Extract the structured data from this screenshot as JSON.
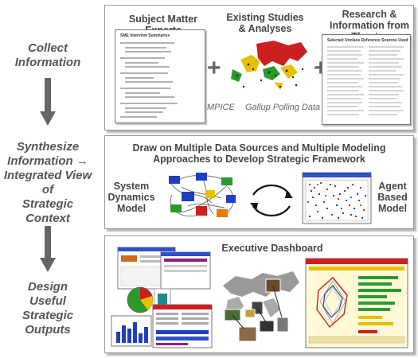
{
  "stages": [
    {
      "label": "Collect\nInformation"
    },
    {
      "label": "Synthesize\nInformation →\nIntegrated View of\nStrategic Context"
    },
    {
      "label": "Design\nUseful\nStrategic\nOutputs"
    }
  ],
  "collect": {
    "subject_matter_experts": "Subject Matter Experts",
    "sme_doc_title": "SME Interview Summaries",
    "existing_studies": "Existing Studies\n& Analyses",
    "research": "Research &\nInformation from Theater",
    "research_doc_title": "Selected Unclass Reference Sources Used",
    "mpice": "MPICE",
    "gallup": "Gallup Polling Data",
    "plus": "+"
  },
  "synthesize": {
    "heading": "Draw on Multiple Data Sources and Multiple Modeling\nApproaches to Develop Strategic Framework",
    "system_dynamics": "System\nDynamics\nModel",
    "agent_based": "Agent\nBased\nModel"
  },
  "outputs": {
    "heading": "Executive Dashboard"
  },
  "colors": {
    "accent_blue": "#1f3fbf",
    "accent_red": "#cc1f1f",
    "accent_green": "#2a9a2a",
    "accent_yellow": "#e8c000",
    "arrow_gray": "#666666"
  }
}
